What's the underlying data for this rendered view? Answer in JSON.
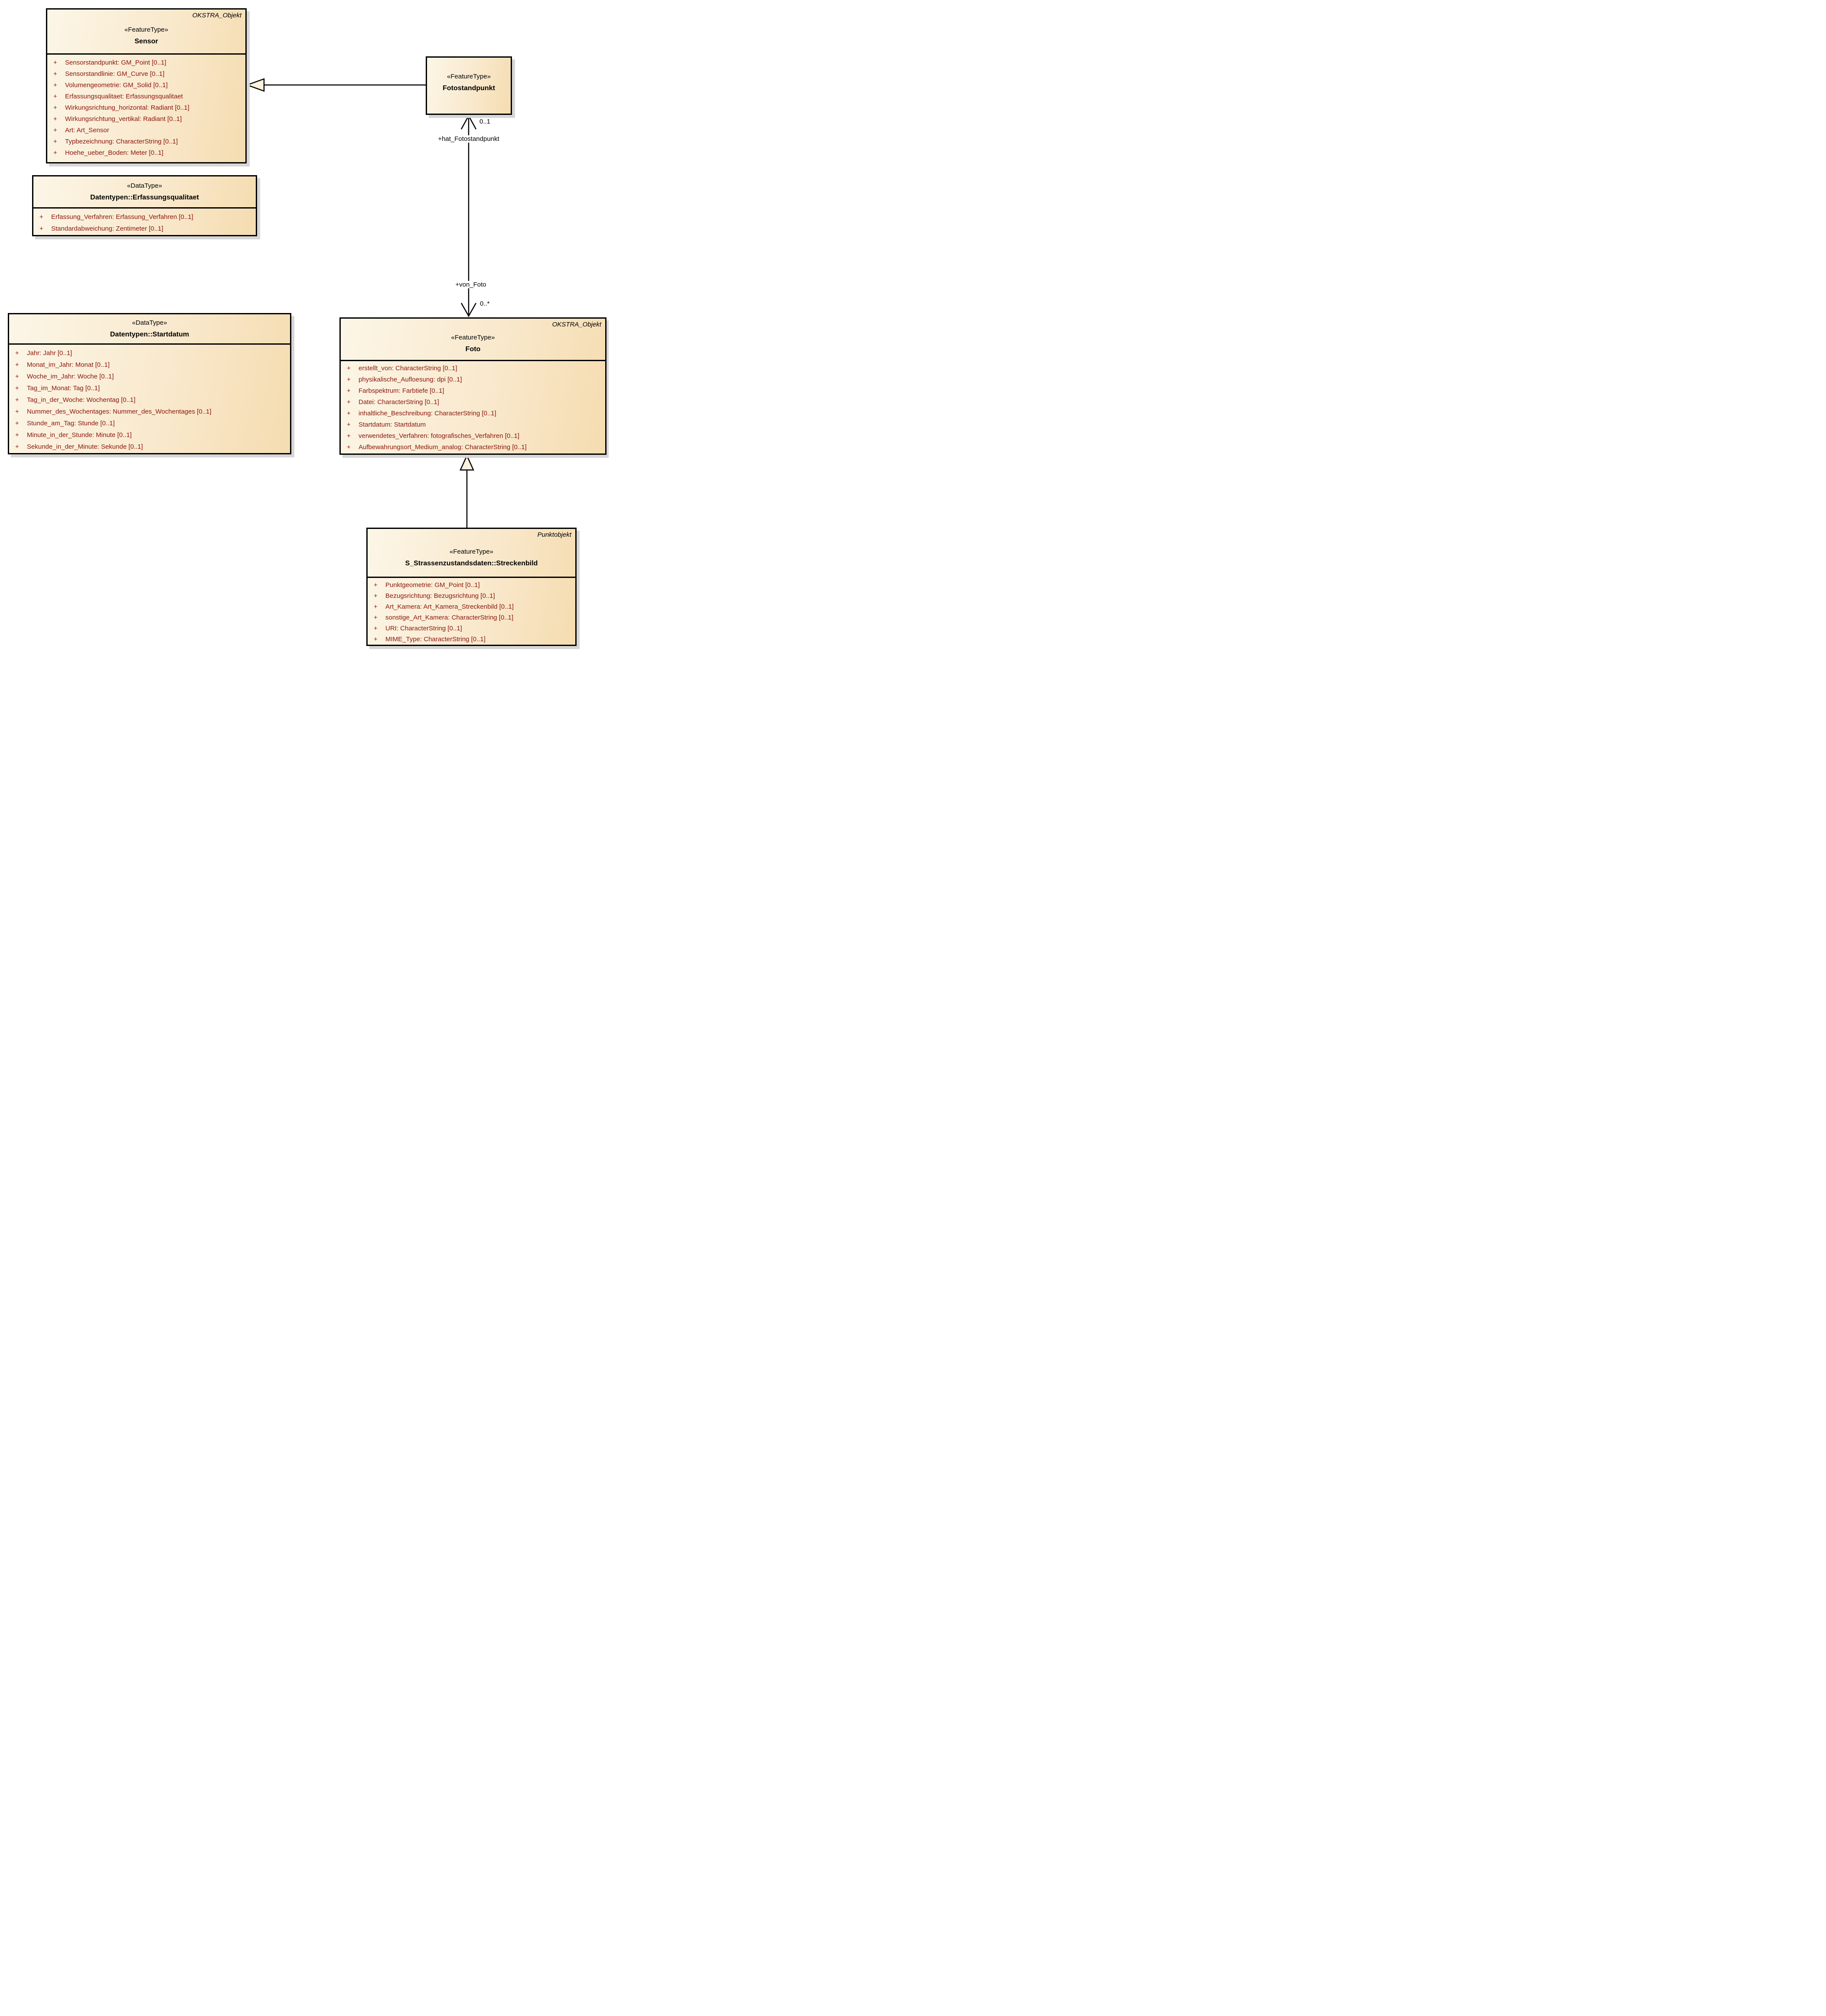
{
  "diagram_type": "UML class diagram",
  "colors": {
    "box_fill_light": "#fcf6e7",
    "box_fill_dark": "#f5dcb0",
    "box_border": "#000000",
    "attribute_text": "#8b150c",
    "shadow": "#d6d6d6",
    "background": "#ffffff"
  },
  "classes": {
    "sensor": {
      "tag": "OKSTRA_Objekt",
      "stereotype": "«FeatureType»",
      "name": "Sensor",
      "attrs": [
        {
          "v": "+",
          "t": "Sensorstandpunkt: GM_Point [0..1]"
        },
        {
          "v": "+",
          "t": "Sensorstandlinie: GM_Curve [0..1]"
        },
        {
          "v": "+",
          "t": "Volumengeometrie: GM_Solid [0..1]"
        },
        {
          "v": "+",
          "t": "Erfassungsqualitaet: Erfassungsqualitaet"
        },
        {
          "v": "+",
          "t": "Wirkungsrichtung_horizontal: Radiant [0..1]"
        },
        {
          "v": "+",
          "t": "Wirkungsrichtung_vertikal: Radiant [0..1]"
        },
        {
          "v": "+",
          "t": "Art: Art_Sensor"
        },
        {
          "v": "+",
          "t": "Typbezeichnung: CharacterString [0..1]"
        },
        {
          "v": "+",
          "t": "Hoehe_ueber_Boden: Meter [0..1]"
        }
      ]
    },
    "fotostandpunkt": {
      "stereotype": "«FeatureType»",
      "name": "Fotostandpunkt",
      "attrs": []
    },
    "erfassungsqualitaet": {
      "stereotype": "«DataType»",
      "name": "Datentypen::Erfassungsqualitaet",
      "attrs": [
        {
          "v": "+",
          "t": "Erfassung_Verfahren: Erfassung_Verfahren [0..1]"
        },
        {
          "v": "+",
          "t": "Standardabweichung: Zentimeter [0..1]"
        }
      ]
    },
    "startdatum": {
      "stereotype": "«DataType»",
      "name": "Datentypen::Startdatum",
      "attrs": [
        {
          "v": "+",
          "t": "Jahr: Jahr [0..1]"
        },
        {
          "v": "+",
          "t": "Monat_im_Jahr: Monat [0..1]"
        },
        {
          "v": "+",
          "t": "Woche_im_Jahr: Woche [0..1]"
        },
        {
          "v": "+",
          "t": "Tag_im_Monat: Tag [0..1]"
        },
        {
          "v": "+",
          "t": "Tag_in_der_Woche: Wochentag [0..1]"
        },
        {
          "v": "+",
          "t": "Nummer_des_Wochentages: Nummer_des_Wochentages [0..1]"
        },
        {
          "v": "+",
          "t": "Stunde_am_Tag: Stunde [0..1]"
        },
        {
          "v": "+",
          "t": "Minute_in_der_Stunde: Minute [0..1]"
        },
        {
          "v": "+",
          "t": "Sekunde_in_der_Minute: Sekunde [0..1]"
        }
      ]
    },
    "foto": {
      "tag": "OKSTRA_Objekt",
      "stereotype": "«FeatureType»",
      "name": "Foto",
      "attrs": [
        {
          "v": "+",
          "t": "erstellt_von: CharacterString [0..1]"
        },
        {
          "v": "+",
          "t": "physikalische_Aufloesung: dpi [0..1]"
        },
        {
          "v": "+",
          "t": "Farbspektrum: Farbtiefe [0..1]"
        },
        {
          "v": "+",
          "t": "Datei: CharacterString [0..1]"
        },
        {
          "v": "+",
          "t": "inhaltliche_Beschreibung: CharacterString [0..1]"
        },
        {
          "v": "+",
          "t": "Startdatum: Startdatum"
        },
        {
          "v": "+",
          "t": "verwendetes_Verfahren: fotografisches_Verfahren [0..1]"
        },
        {
          "v": "+",
          "t": "Aufbewahrungsort_Medium_analog: CharacterString [0..1]"
        }
      ]
    },
    "streckenbild": {
      "tag": "Punktobjekt",
      "stereotype": "«FeatureType»",
      "name": "S_Strassenzustandsdaten::Streckenbild",
      "attrs": [
        {
          "v": "+",
          "t": "Punktgeometrie: GM_Point [0..1]"
        },
        {
          "v": "+",
          "t": "Bezugsrichtung: Bezugsrichtung [0..1]"
        },
        {
          "v": "+",
          "t": "Art_Kamera: Art_Kamera_Streckenbild [0..1]"
        },
        {
          "v": "+",
          "t": "sonstige_Art_Kamera: CharacterString [0..1]"
        },
        {
          "v": "+",
          "t": "URI: CharacterString [0..1]"
        },
        {
          "v": "+",
          "t": "MIME_Type: CharacterString [0..1]"
        }
      ]
    }
  },
  "associations": {
    "hat_fotostandpunkt": {
      "role": "+hat_Fotostandpunkt",
      "multiplicity": "0..1"
    },
    "von_foto": {
      "role": "+von_Foto",
      "multiplicity": "0..*"
    }
  }
}
